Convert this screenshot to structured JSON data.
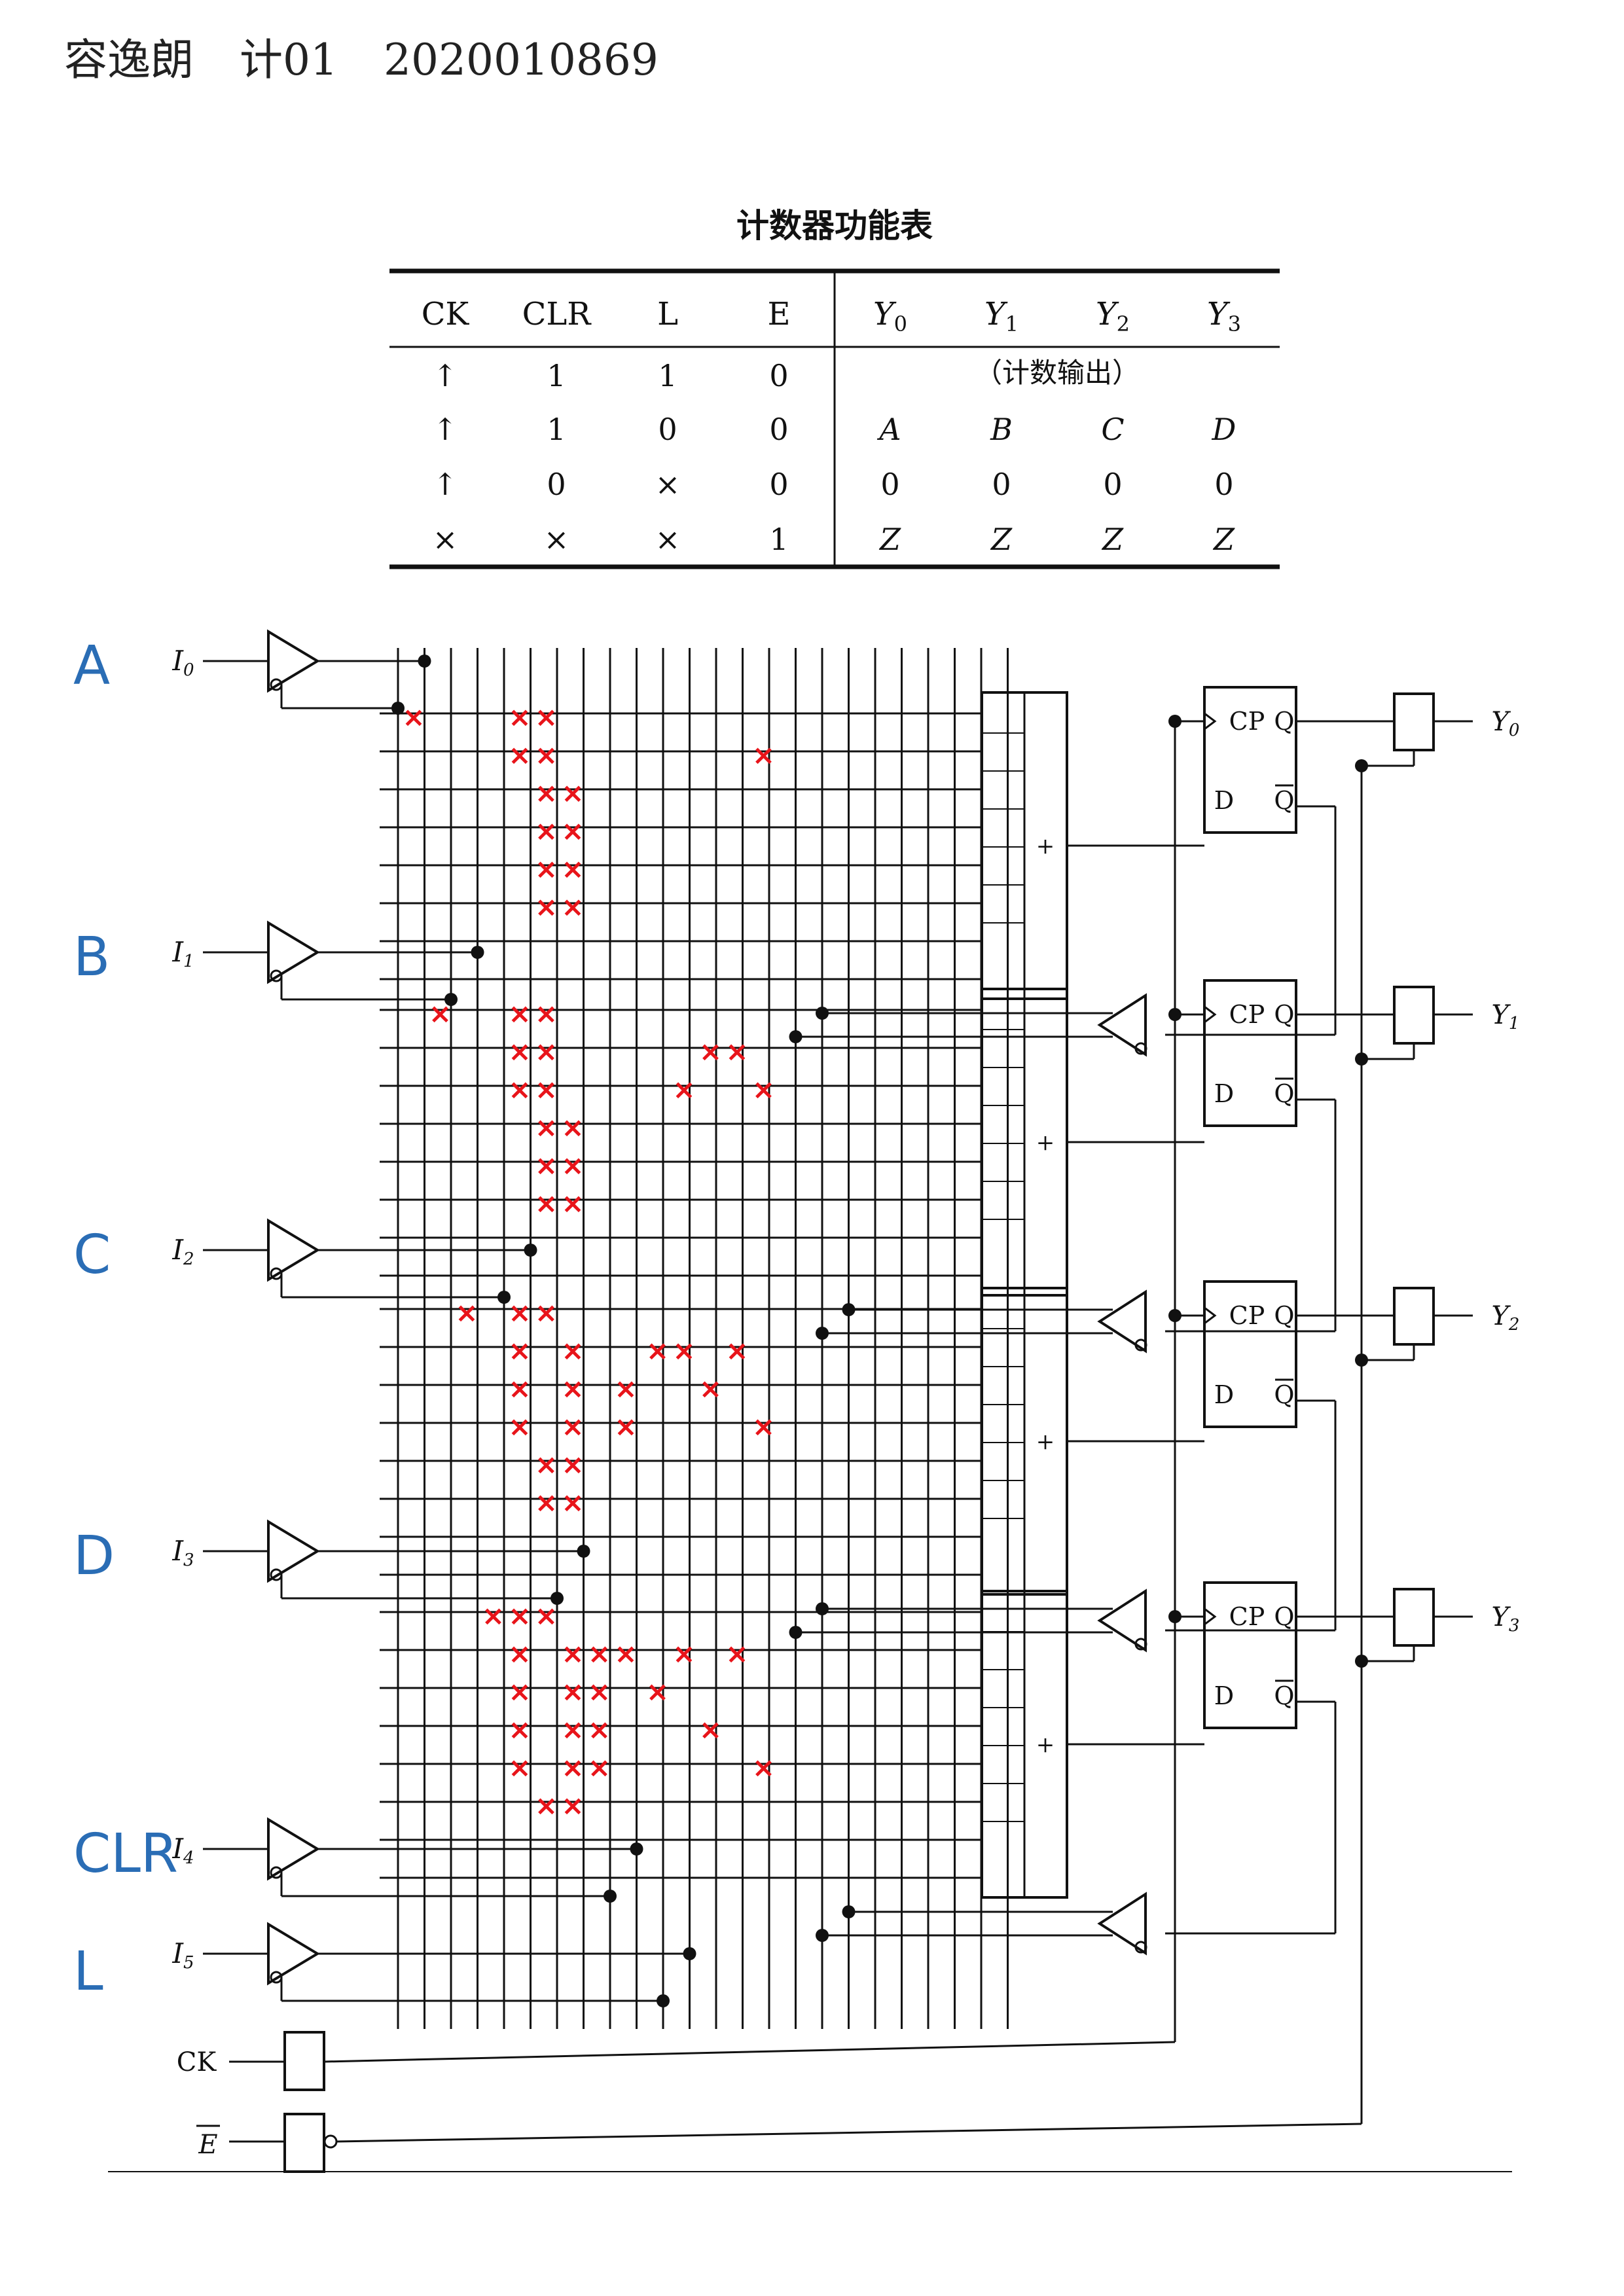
{
  "header": {
    "name": "容逸朗",
    "class": "计01",
    "student_id": "2020010869"
  },
  "table": {
    "title": "计数器功能表",
    "headers_left": [
      "CK",
      "CLR",
      "L",
      "E"
    ],
    "headers_right": [
      "Y",
      "Y",
      "Y",
      "Y"
    ],
    "header_subs": [
      "0",
      "1",
      "2",
      "3"
    ],
    "rows": [
      {
        "left": [
          "↑",
          "1",
          "1",
          "0"
        ],
        "right_span": "（计数输出）"
      },
      {
        "left": [
          "↑",
          "1",
          "0",
          "0"
        ],
        "right": [
          "A",
          "B",
          "C",
          "D"
        ]
      },
      {
        "left": [
          "↑",
          "0",
          "×",
          "0"
        ],
        "right": [
          "0",
          "0",
          "0",
          "0"
        ]
      },
      {
        "left": [
          "×",
          "×",
          "×",
          "1"
        ],
        "right": [
          "Z",
          "Z",
          "Z",
          "Z"
        ]
      }
    ]
  },
  "annotations": {
    "color": "#2a6db5",
    "labels": [
      "A",
      "B",
      "C",
      "D",
      "CLR",
      "L"
    ]
  },
  "inputs": {
    "names": [
      "I",
      "I",
      "I",
      "I",
      "I",
      "I"
    ],
    "subs": [
      "0",
      "1",
      "2",
      "3",
      "4",
      "5"
    ],
    "ck": "CK",
    "e": "E"
  },
  "outputs": {
    "names": [
      "Y",
      "Y",
      "Y",
      "Y"
    ],
    "subs": [
      "0",
      "1",
      "2",
      "3"
    ]
  },
  "flipflop": {
    "cp": "CP",
    "q": "Q",
    "d": "D",
    "qbar": "Q"
  },
  "or_symbol": "+",
  "fuse_mark": {
    "symbol": "×",
    "color": "#e8141a"
  }
}
